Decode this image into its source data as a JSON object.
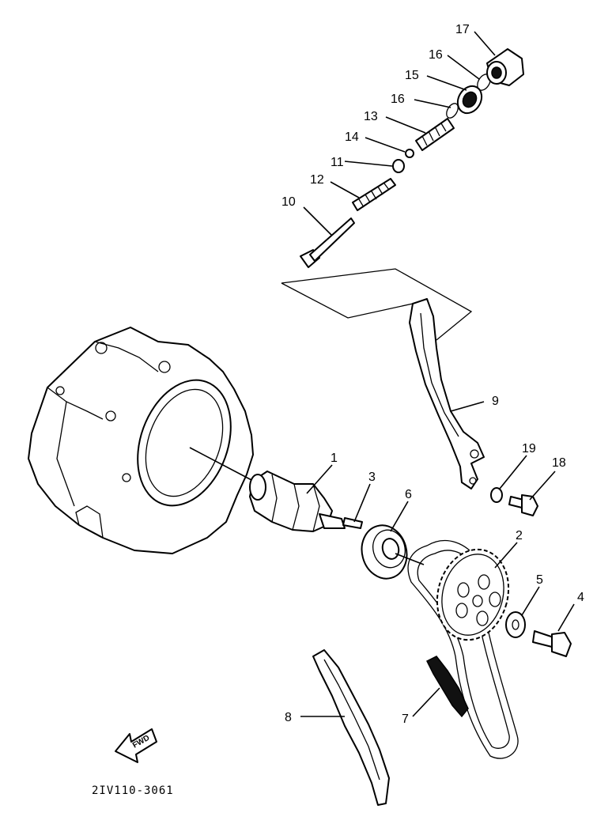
{
  "diagram": {
    "code": "2IV110-3061",
    "fwd_label": "FWD"
  },
  "labels": {
    "p1": "1",
    "p2": "2",
    "p3": "3",
    "p4": "4",
    "p5": "5",
    "p6": "6",
    "p7": "7",
    "p8": "8",
    "p9": "9",
    "p10": "10",
    "p11": "11",
    "p12": "12",
    "p13": "13",
    "p14": "14",
    "p15": "15",
    "p16a": "16",
    "p16b": "16",
    "p17": "17",
    "p18": "18",
    "p19": "19"
  }
}
